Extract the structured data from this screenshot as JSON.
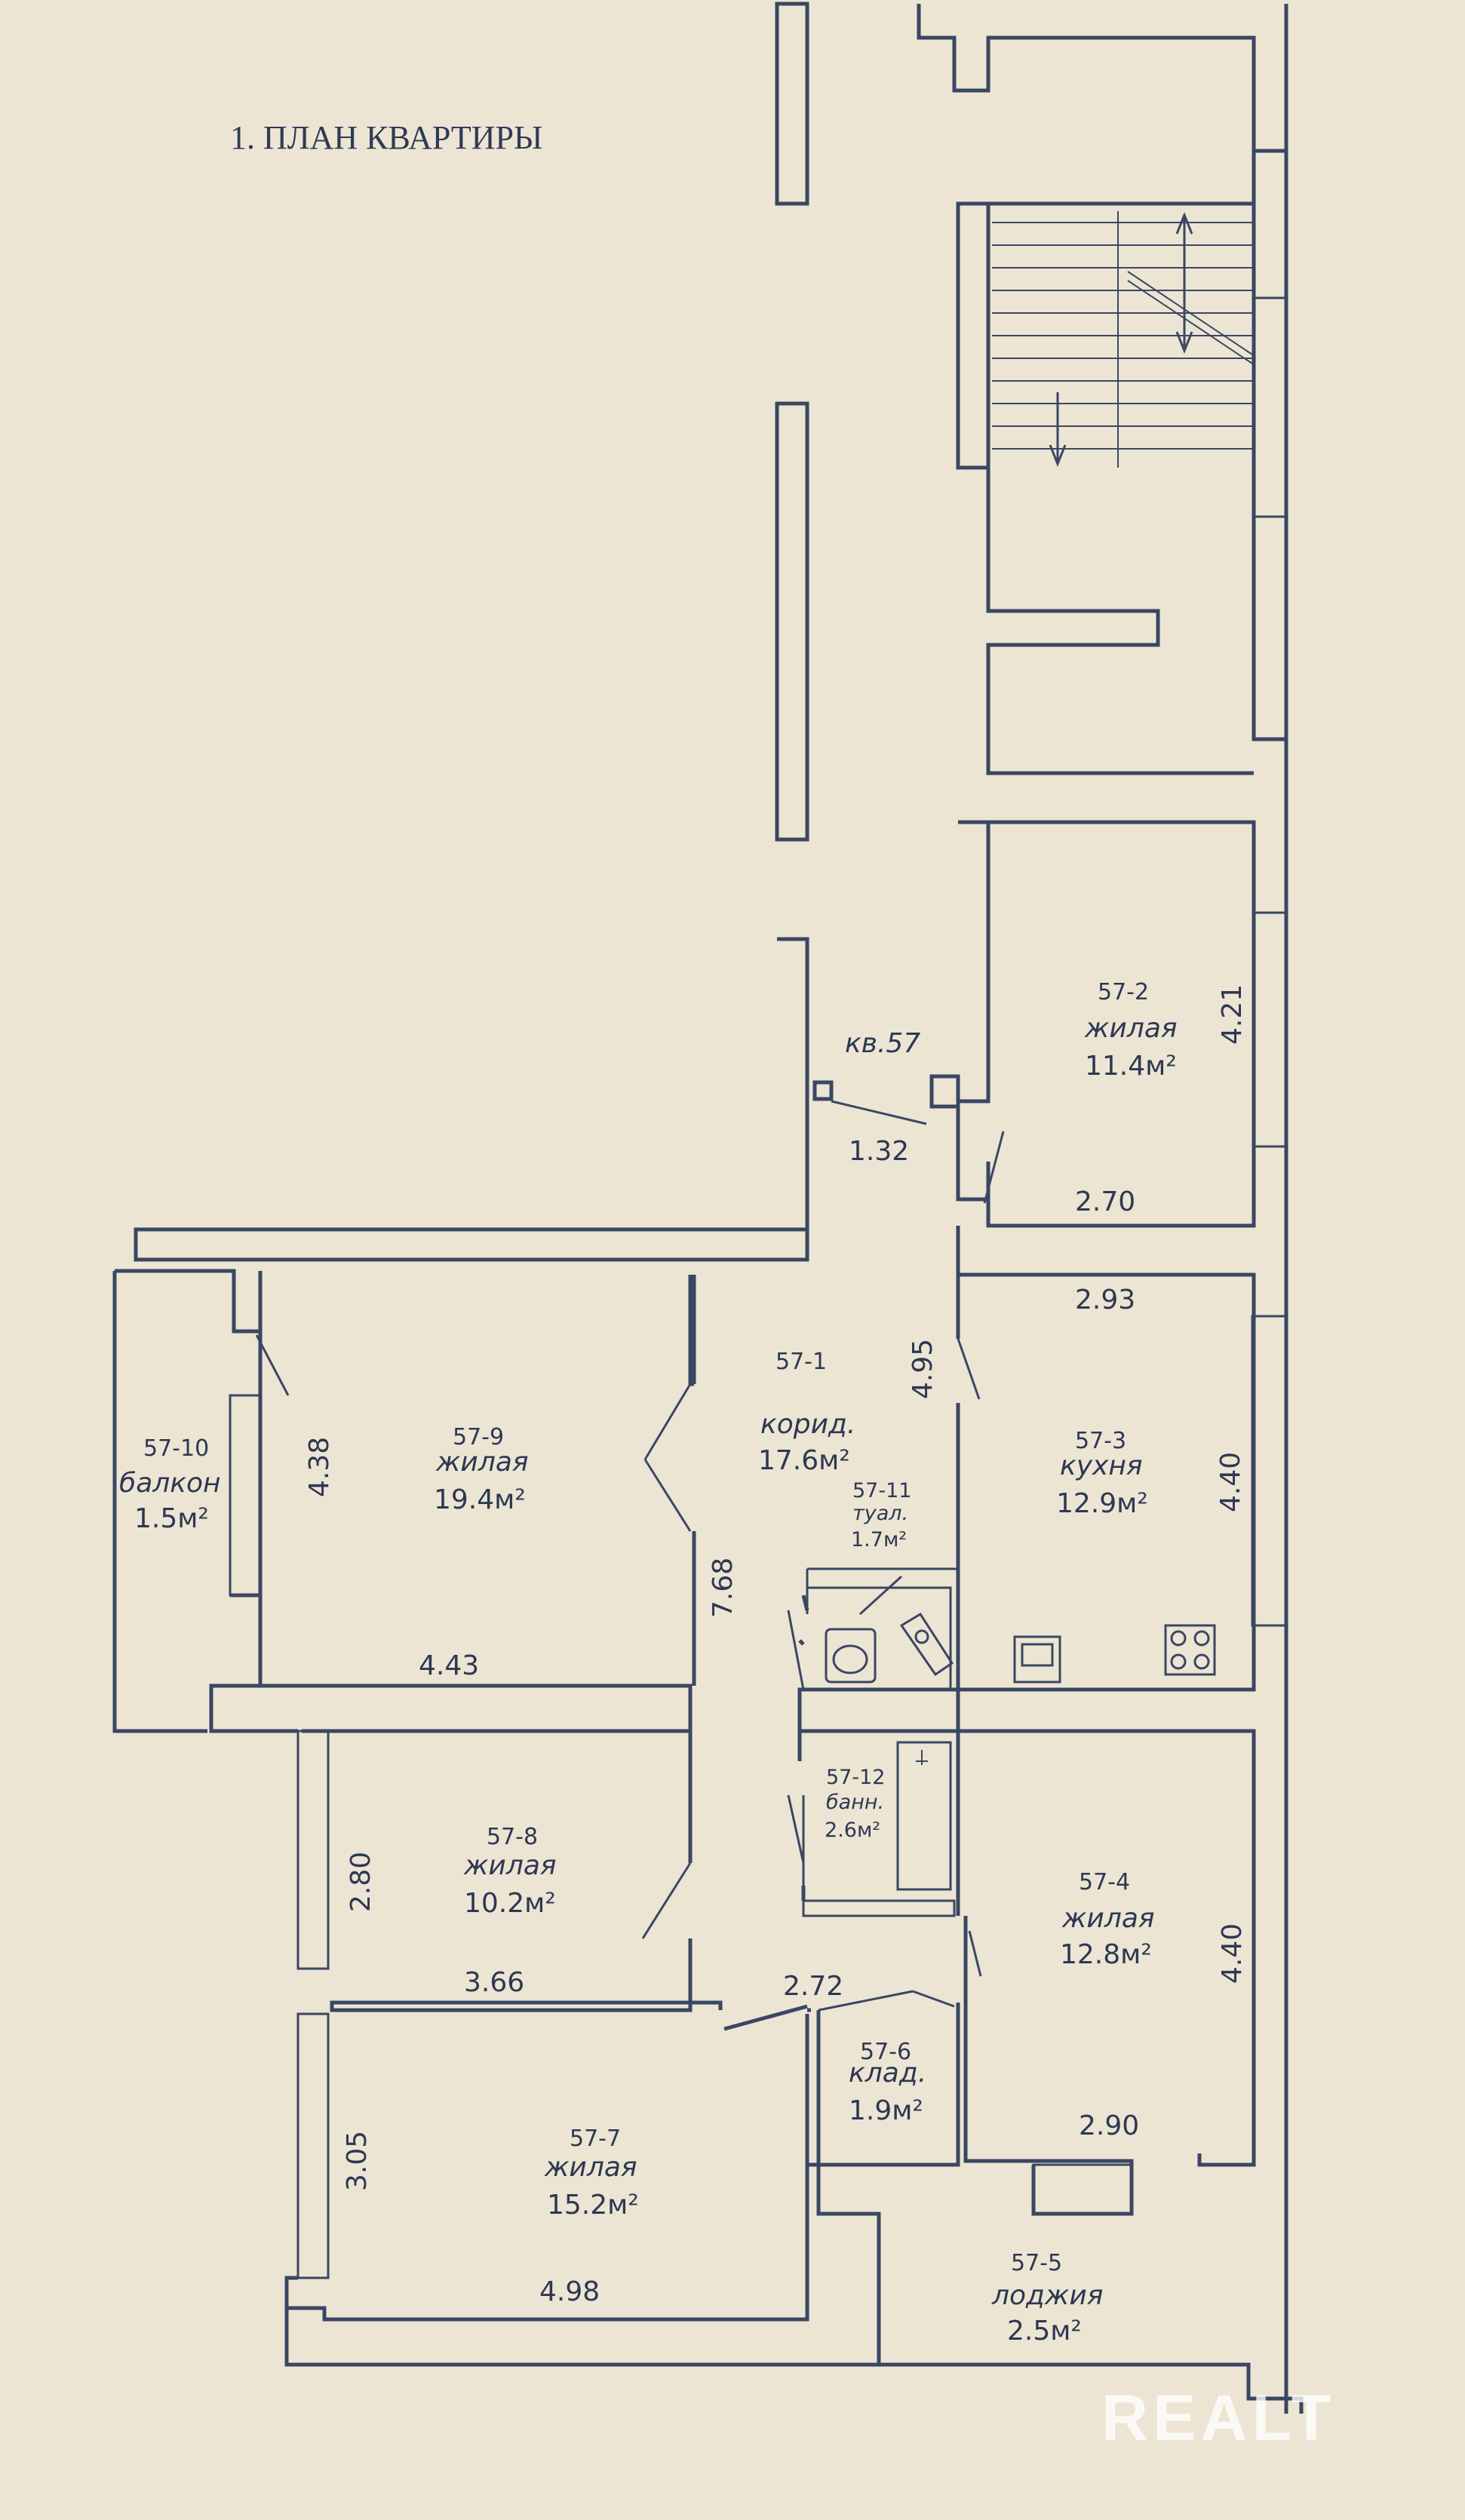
{
  "plan": {
    "title": "1. ПЛАН КВАРТИРЫ",
    "apartment": "кв.57"
  },
  "rooms": [
    {
      "id": "57-1",
      "name": "корид.",
      "area": "17.6м²"
    },
    {
      "id": "57-2",
      "name": "жилая",
      "area": "11.4м²"
    },
    {
      "id": "57-3",
      "name": "кухня",
      "area": "12.9м²"
    },
    {
      "id": "57-4",
      "name": "жилая",
      "area": "12.8м²"
    },
    {
      "id": "57-5",
      "name": "лоджия",
      "area": "2.5м²"
    },
    {
      "id": "57-6",
      "name": "клад.",
      "area": "1.9м²"
    },
    {
      "id": "57-7",
      "name": "жилая",
      "area": "15.2м²"
    },
    {
      "id": "57-8",
      "name": "жилая",
      "area": "10.2м²"
    },
    {
      "id": "57-9",
      "name": "жилая",
      "area": "19.4м²"
    },
    {
      "id": "57-10",
      "name": "балкон",
      "area": "1.5м²"
    },
    {
      "id": "57-11",
      "name": "туал.",
      "area": "1.7м²"
    },
    {
      "id": "57-12",
      "name": "банн.",
      "area": "2.6м²"
    }
  ],
  "dimensions": {
    "d_1_32": "1.32",
    "d_4_21": "4.21",
    "d_2_70": "2.70",
    "d_2_93": "2.93",
    "d_4_95": "4.95",
    "d_4_40_kitchen": "4.40",
    "d_4_38": "4.38",
    "d_4_43": "4.43",
    "d_7_68": "7.68",
    "d_2_80": "2.80",
    "d_3_66": "3.66",
    "d_2_72": "2.72",
    "d_4_40_room4": "4.40",
    "d_2_90": "2.90",
    "d_3_05": "3.05",
    "d_4_98": "4.98"
  },
  "watermark": "REALT"
}
